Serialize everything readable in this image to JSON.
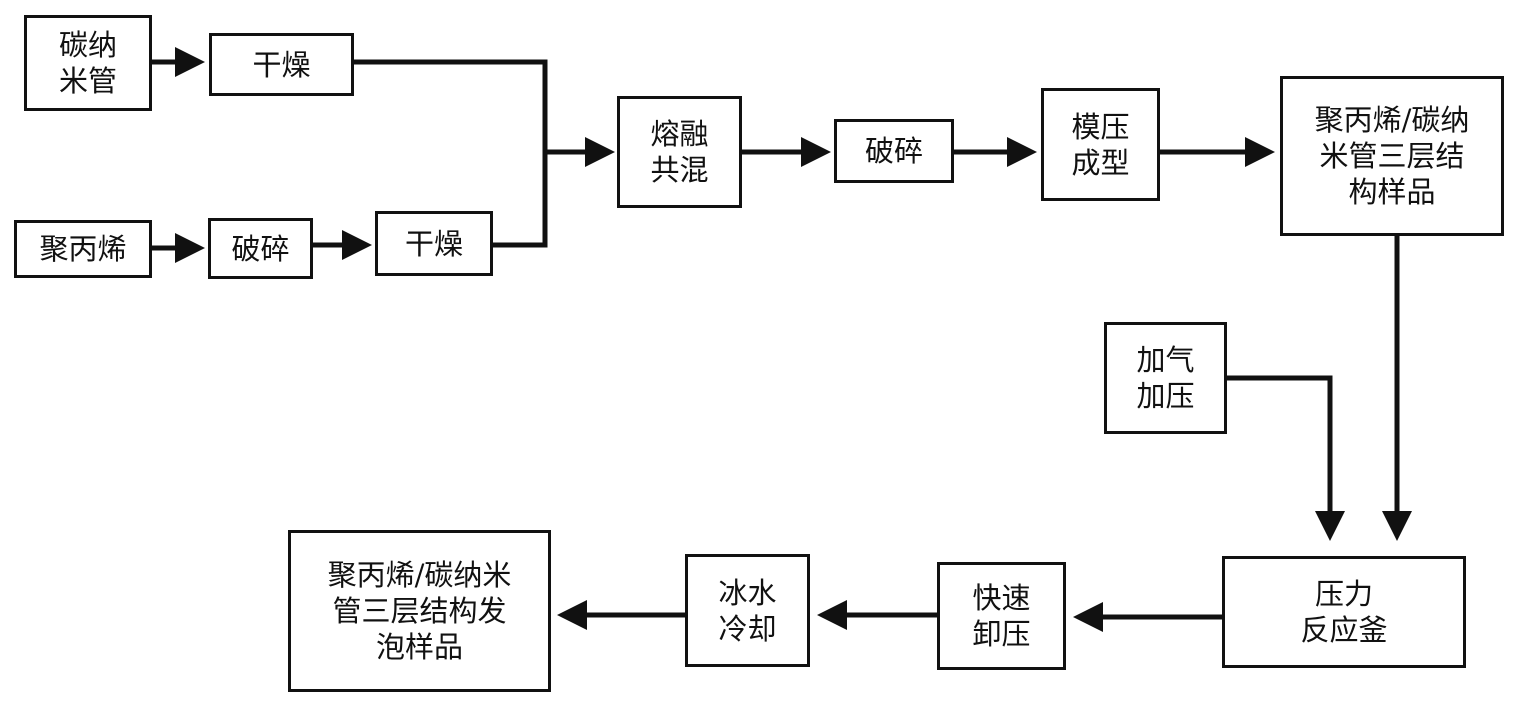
{
  "nodes": {
    "cnt": "碳纳\n米管",
    "dry1": "干燥",
    "pp": "聚丙烯",
    "crush1": "破碎",
    "dry2": "干燥",
    "melt": "熔融\n共混",
    "crush2": "破碎",
    "mold": "模压\n成型",
    "sample": "聚丙烯/碳纳\n米管三层结\n构样品",
    "gas": "加气\n加压",
    "reactor": "压力\n反应釜",
    "release": "快速\n卸压",
    "ice": "冰水\n冷却",
    "foam": "聚丙烯/碳纳米\n管三层结构发\n泡样品"
  },
  "colors": {
    "line": "#111111",
    "background": "#ffffff"
  }
}
